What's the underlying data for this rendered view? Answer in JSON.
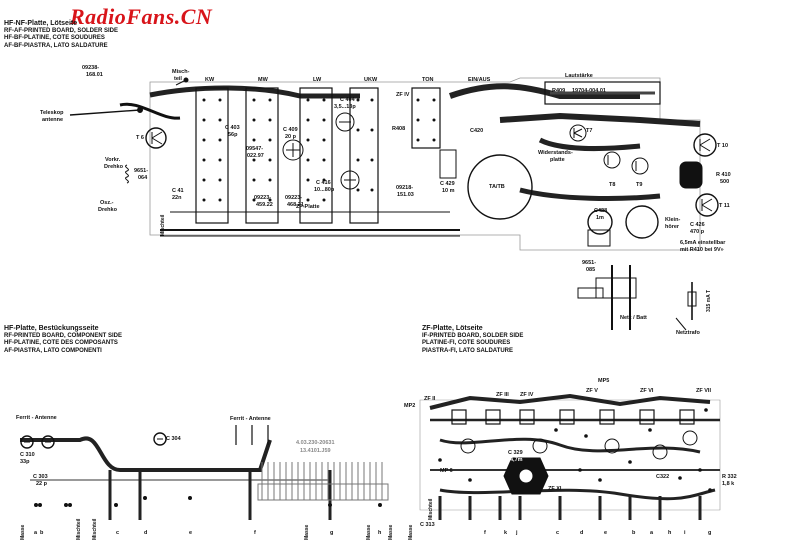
{
  "watermark": "RadioFans.CN",
  "panels": {
    "hf_nf": {
      "lines": [
        "HF-NF-Platte, Lötseite",
        "RF-AF-PRINTED BOARD, SOLDER SIDE",
        "HF-BF-PLATINE, COTE SOUDURES",
        "AF-BF-PIASTRA, LATO SALDATURE"
      ]
    },
    "hf": {
      "lines": [
        "HF-Platte, Bestückungsseite",
        "RF-PRINTED BOARD, COMPONENT SIDE",
        "HF-PLATINE, COTE DES COMPOSANTS",
        "AF-PIASTRA, LATO COMPONENTI"
      ]
    },
    "zf": {
      "lines": [
        "ZF-Platte, Lötseite",
        "IF-PRINTED BOARD, SOLDER SIDE",
        "PLATINE-FI, COTE SOUDURES",
        "PIASTRA-FI, LATO SALDATURE"
      ]
    }
  },
  "board_labels": {
    "kw": "KW",
    "mw": "MW",
    "lw": "LW",
    "ukw": "UKW",
    "ton": "TON",
    "ein_aus": "EIN/AUS",
    "lautstaerke": "Lautstärke",
    "part_09238": "09238-",
    "part_168": "168.01",
    "mischteil": "Misch-",
    "mischteil2": "teil",
    "teleskop": "Teleskop",
    "antenne": "antenne",
    "vorkr": "Vorkr.",
    "drehko": "Drehko",
    "osz": "Osz.-",
    "osz2": "Drehko",
    "r409": "R409",
    "r409_val": "19704-004.01",
    "t6": "T 6",
    "t7": "T7",
    "t8": "T8",
    "t9": "T9",
    "t10": "T 10",
    "t11": "T 11",
    "r410": "R 410",
    "r410_val": "500",
    "ta_tb": "TA/TB",
    "widerstand": "Widerstands-",
    "platte": "platte",
    "kleinhoerer": "Klein-",
    "kleinhoerer2": "hörer",
    "c428": "C428",
    "c428v": "1m",
    "c426": "C 426",
    "c426v": "470 p",
    "ma": "6,5mA einstellbar",
    "ma2": "mit R410 bei 9V»",
    "r9651": "9651-",
    "r9651v": "085",
    "netz": "Netz / Batt",
    "netztrafo": "Netztrafo",
    "ma315": "315 mA T",
    "zf_platte": "ZF-Platte",
    "c403": "C 403",
    "c403v": "56p",
    "c409": "C 409",
    "c409v": "20 p",
    "c416": "C 416",
    "c416v": "10...80p",
    "c404": "C 404",
    "c404v": "3,5...13p",
    "r9547": "09547-",
    "r9547v": "022.97",
    "r423": "09223-",
    "r423v": "459.22",
    "r424": "09223-",
    "r424v": "468.21",
    "r9218": "09218-",
    "r9218v": "151.03",
    "c429": "C 429",
    "c429v": "10 m",
    "c420": "C420",
    "mischteil_v": "Mischteil",
    "r9651b": "9651-",
    "r9651bv": "064",
    "c41": "C 41",
    "c41v": "22n",
    "r408": "R408",
    "zf_iv": "ZF IV"
  },
  "hf_labels": {
    "ferrit1": "Ferrit - Antenne",
    "ferrit2": "Ferrit - Antenne",
    "c310": "C 310",
    "c310v": "33p",
    "c303": "C 303",
    "c303v": "22 p",
    "c304": "C 304",
    "code1": "4.03.230-20631",
    "code2": "13.4101.J59",
    "masse1": "Masse",
    "masse2": "Masse",
    "masse3": "Masse",
    "masse4": "Masse",
    "mischt": "Mischteil",
    "mischt2": "Mischteil",
    "n_a": "a",
    "n_b": "b",
    "n_c": "c",
    "n_d": "d",
    "n_e": "e",
    "n_f": "f",
    "n_g": "g",
    "n_h": "h"
  },
  "zf_labels": {
    "mp2": "MP2",
    "mp5": "MP5",
    "mp6": "MP 6",
    "zf_ii": "ZF II",
    "zf_iii": "ZF III",
    "zf_iv": "ZF IV",
    "zf_v": "ZF V",
    "zf_vi": "ZF VI",
    "zf_vii": "ZF VII",
    "zf_xi": "ZF XI",
    "c329": "C 329",
    "c329v": "4,7m",
    "c313": "C 313",
    "c322": "C322",
    "r332": "R 332",
    "r332v": "1,8 k",
    "masse": "Masse",
    "mischteil": "Mischteil",
    "pins": [
      "f",
      "k",
      "j",
      "c",
      "d",
      "e",
      "b",
      "a",
      "h",
      "i",
      "g"
    ]
  }
}
